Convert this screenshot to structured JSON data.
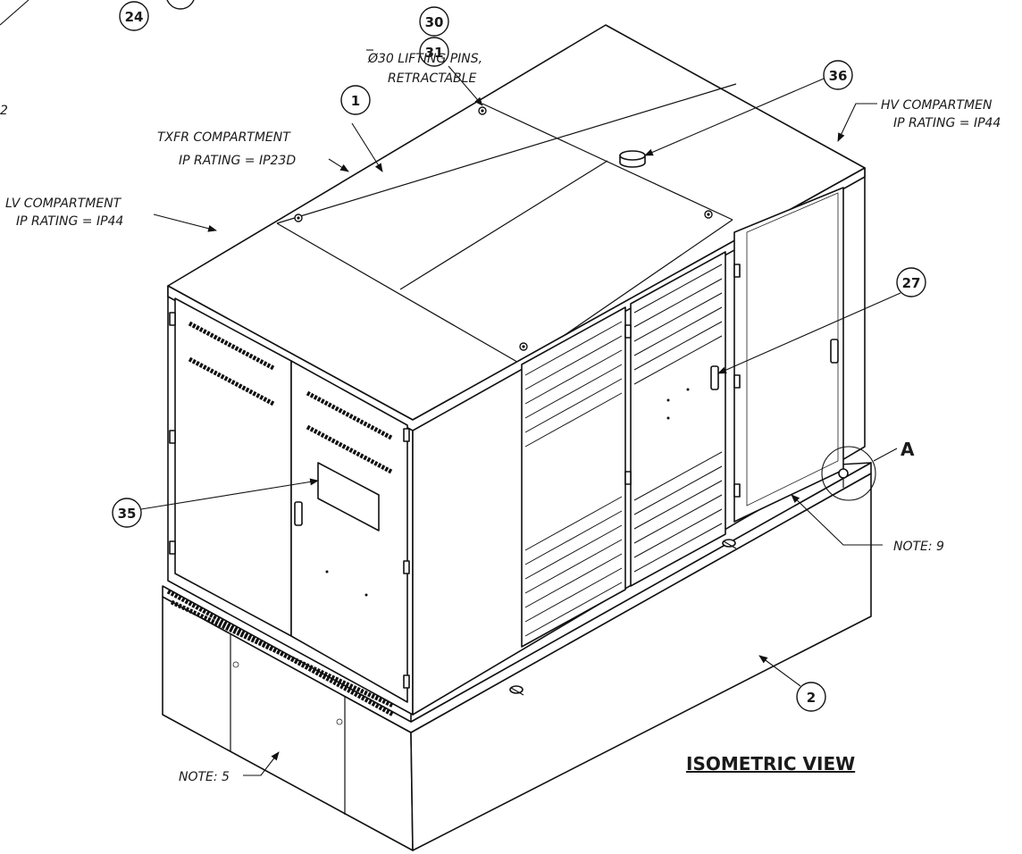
{
  "view_title": "ISOMETRIC VIEW",
  "detail_label": "A",
  "balloons": {
    "b24": "24",
    "b30": "30",
    "b31": "31",
    "b1": "1",
    "b36": "36",
    "b27": "27",
    "b35": "35",
    "b2": "2"
  },
  "labels": {
    "lifting_pins_1": "Ø30 LIFTING PINS,",
    "lifting_pins_2": "RETRACTABLE",
    "txfr_1": "TXFR COMPARTMENT",
    "txfr_2": "IP RATING = IP23D",
    "lv_1": "LV COMPARTMENT",
    "lv_2": "IP RATING = IP44",
    "hv_1": "HV COMPARTMEN",
    "hv_2": "IP RATING = IP44",
    "note9": "NOTE: 9",
    "note5": "NOTE: 5",
    "stray2": "2"
  }
}
